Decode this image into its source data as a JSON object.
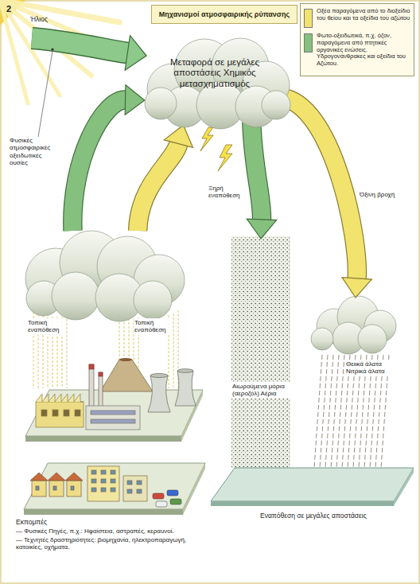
{
  "diagram": {
    "title": "Μηχανισμοί ατμοσφαιρικής ρύπανσης",
    "nodes": [
      {
        "text": [
          "Μεταφορά σε μεγάλες αποστάσεις Χημικός μετασχηματισμός"
        ]
      },
      {
        "text": [
          "Εκπομπές",
          "— Φυσικές Πηγές, π.χ.: Ηφαίστεια, αστραπές, κεραυνοί.",
          "— Τεχνητές δραστηριότητες: βιομηχανία, ηλεκτροπαραγωγή, κατοικίες, οχήματα."
        ]
      },
      {
        "text": [
          "Εναπόθεση σε μεγάλες αποστάσεις"
        ]
      }
    ],
    "edges": [
      {
        "from": 1,
        "to": 0,
        "arrow": "to"
      },
      {
        "from": 1,
        "to": 0,
        "arrow": "to"
      },
      {
        "from": 0,
        "to": 2,
        "label": "Ξηρή εναπόθεση",
        "arrow": "to"
      },
      {
        "from": 0,
        "to": 2,
        "label": "Όξινη βροχή",
        "arrow": "to"
      }
    ],
    "labels": [
      "2",
      "Ήλιος",
      "Φυσικές ατμοσφαιρικές οξειδωτικές ουσίες",
      "Τοπική εναπόθεση",
      "Τοπική εναπόθεση",
      "Αιωρούμενα μόρια (αεροζόλ) Αέρια",
      "Θειικά άλατα Νιτρικά άλατα"
    ],
    "legend": [
      {
        "text": "Οξέα παραγόμενα από το διοξείδιο του θείου και τα οξείδια του αζώτου",
        "color": "#f2e36e"
      },
      {
        "text": "Φωτο-οξειδωτικά, π.χ. όζον, παραγόμενα από πτητικές οργανικές ενώσεις. Υδρογονάνθρακες και οξείδια του Αζώτου.",
        "color": "#86c07e"
      }
    ]
  }
}
